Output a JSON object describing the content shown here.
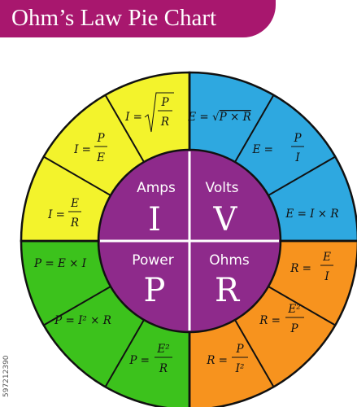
{
  "title": "Ohm’s Law Pie Chart",
  "watermark": "597212390",
  "colors": {
    "banner": "#a8176e",
    "volts": "#2ea8e0",
    "ohms": "#f7931e",
    "power": "#3cc21c",
    "amps": "#f3f32c",
    "center": "#8e2a8b",
    "stroke": "#111111"
  },
  "quadrants": {
    "amps": {
      "name": "Amps",
      "symbol": "I"
    },
    "volts": {
      "name": "Volts",
      "symbol": "V"
    },
    "power": {
      "name": "Power",
      "symbol": "P"
    },
    "ohms": {
      "name": "Ohms",
      "symbol": "R"
    }
  },
  "formulas": {
    "volts": [
      "E = √P × R",
      "E = P/I",
      "E = I × R"
    ],
    "ohms": [
      "R = E/I",
      "R = E²/P",
      "R = P/I²"
    ],
    "power": [
      "P = E²/R",
      "P = I² × R",
      "P = E × I"
    ],
    "amps": [
      "I = E/R",
      "I = P/E",
      "I = √P/R"
    ]
  }
}
